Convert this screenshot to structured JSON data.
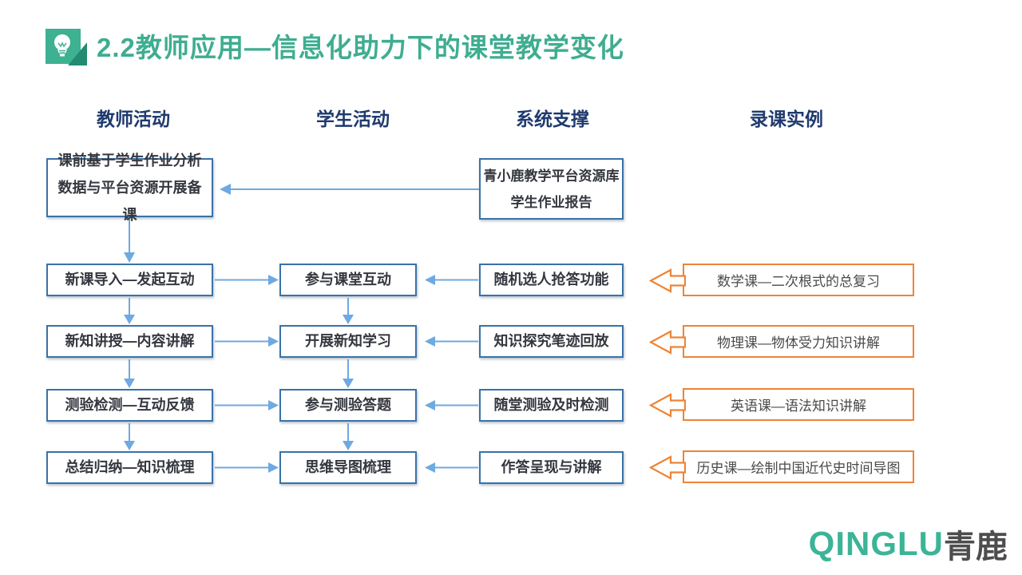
{
  "title": {
    "text": "2.2教师应用—信息化助力下的课堂教学变化"
  },
  "columns": [
    {
      "label": "教师活动"
    },
    {
      "label": "学生活动"
    },
    {
      "label": "系统支撑"
    },
    {
      "label": "录课实例"
    }
  ],
  "flow": {
    "teacher": [
      "课前基于学生作业分析数据与平台资源开展备课",
      "新课导入—发起互动",
      "新知讲授—内容讲解",
      "测验检测—互动反馈",
      "总结归纳—知识梳理"
    ],
    "student": [
      "参与课堂互动",
      "开展新知学习",
      "参与测验答题",
      "思维导图梳理"
    ],
    "system": {
      "first": {
        "line1": "青小鹿教学平台资源库",
        "line2": "学生作业报告"
      },
      "rest": [
        "随机选人抢答功能",
        "知识探究笔迹回放",
        "随堂测验及时检测",
        "作答呈现与讲解"
      ]
    },
    "examples": [
      "数学课—二次根式的总复习",
      "物理课—物体受力知识讲解",
      "英语课—语法知识讲解",
      "历史课—绘制中国近代史时间导图"
    ]
  },
  "logo": {
    "latin": "QINGLU",
    "cjk": "青鹿"
  },
  "colors": {
    "accent_teal": "#3FAD90",
    "icon_teal": "#3DB191",
    "icon_fold_teal": "#238B72",
    "header_navy": "#1E3A6E",
    "box_border_blue": "#3A72A8",
    "arrow_blue": "#6FA9E1",
    "callout_orange": "#EE8435",
    "logo_teal": "#3CB497",
    "logo_gray": "#4D4D4D"
  }
}
